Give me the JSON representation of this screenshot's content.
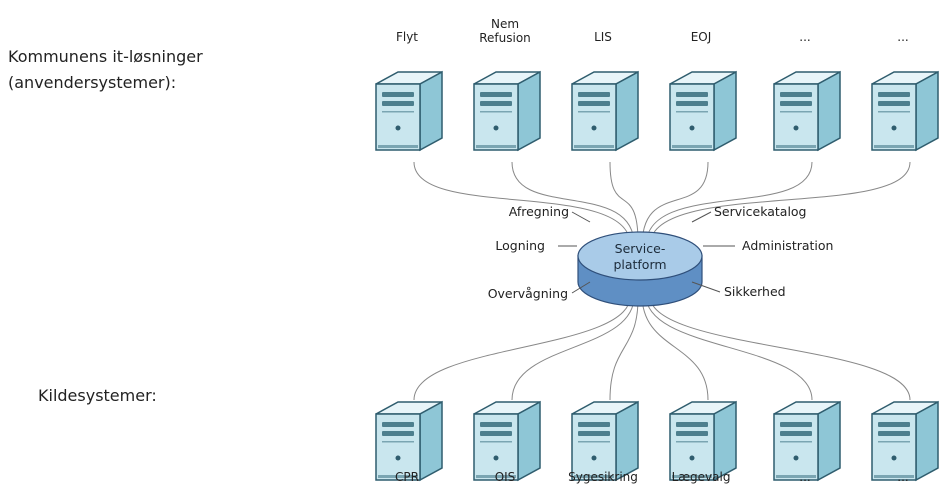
{
  "left_labels": {
    "top_line1": "Kommunens it-løsninger",
    "top_line2": "(anvendersystemer):",
    "bottom": "Kildesystemer:"
  },
  "top_servers": [
    {
      "label": [
        "Flyt"
      ]
    },
    {
      "label": [
        "Nem",
        "Refusion"
      ]
    },
    {
      "label": [
        "LIS"
      ]
    },
    {
      "label": [
        "EOJ"
      ]
    },
    {
      "label": [
        "..."
      ]
    },
    {
      "label": [
        "..."
      ]
    }
  ],
  "bottom_servers": [
    {
      "label": "CPR"
    },
    {
      "label": "OIS"
    },
    {
      "label": "Sygesikring"
    },
    {
      "label": "Lægevalg"
    },
    {
      "label": "..."
    },
    {
      "label": "..."
    }
  ],
  "platform": {
    "label_line1": "Service-",
    "label_line2": "platform",
    "left_services": [
      "Afregning",
      "Logning",
      "Overvågning"
    ],
    "right_services": [
      "Servicekatalog",
      "Administration",
      "Sikkerhed"
    ]
  },
  "colors": {
    "server_front": "#c9e6ee",
    "server_side": "#8ec6d6",
    "server_dark": "#2f5d6e",
    "platform_top": "#a9cbe8",
    "platform_side": "#5f8fc4",
    "line": "#888888"
  }
}
